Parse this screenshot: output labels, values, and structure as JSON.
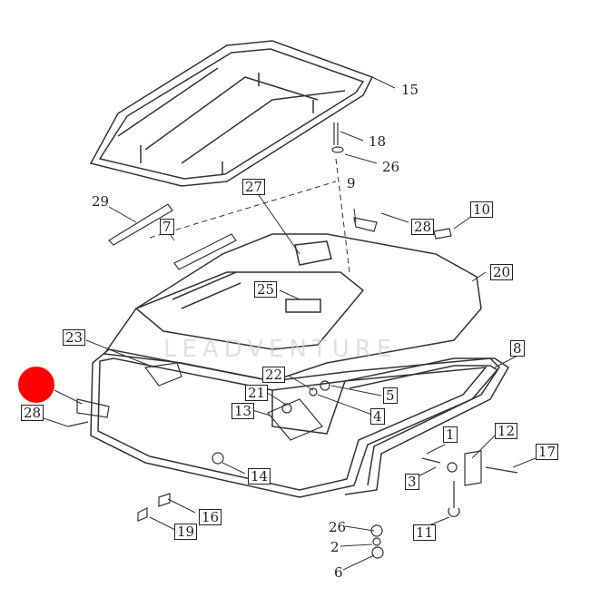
{
  "watermark": "LEADVENTURE",
  "marker_color": "#ff0000",
  "labels": {
    "l15": "15",
    "l18": "18",
    "l26a": "26",
    "l9": "9",
    "l27": "27",
    "l28a": "28",
    "l10": "10",
    "l29": "29",
    "l7": "7",
    "l20": "20",
    "l25": "25",
    "l23": "23",
    "l8": "8",
    "l22": "22",
    "l21": "21",
    "l13": "13",
    "l5": "5",
    "l4": "4",
    "l28b": "28",
    "l1": "1",
    "l12": "12",
    "l17": "17",
    "l3": "3",
    "l14": "14",
    "l16": "16",
    "l11": "11",
    "l19": "19",
    "l26b": "26",
    "l2": "2",
    "l6": "6"
  }
}
